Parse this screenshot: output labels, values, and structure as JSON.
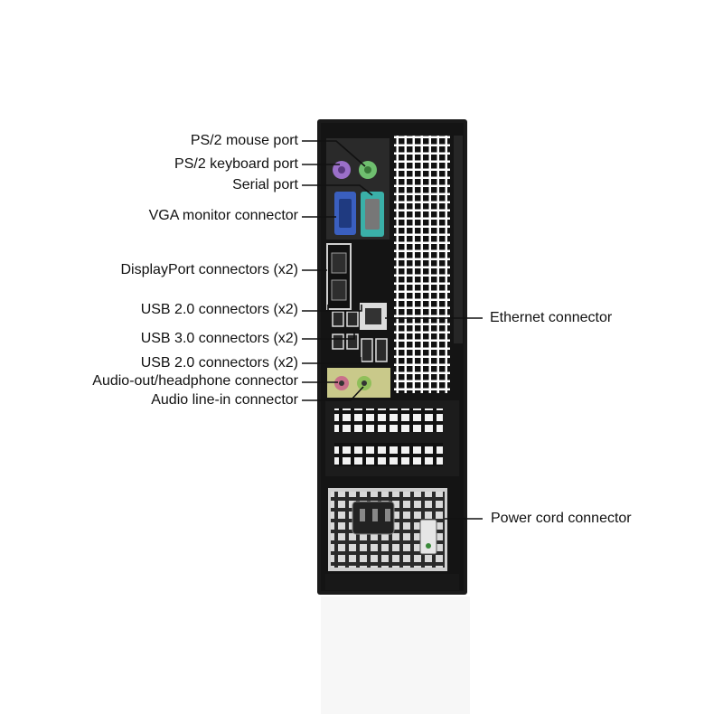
{
  "labels_left": [
    {
      "id": "ps2-mouse",
      "text": "PS/2 mouse port"
    },
    {
      "id": "ps2-keyboard",
      "text": "PS/2 keyboard port"
    },
    {
      "id": "serial",
      "text": "Serial port"
    },
    {
      "id": "vga",
      "text": "VGA monitor connector"
    },
    {
      "id": "displayport",
      "text": "DisplayPort connectors (x2)"
    },
    {
      "id": "usb2-top",
      "text": "USB 2.0 connectors (x2)"
    },
    {
      "id": "usb3",
      "text": "USB 3.0 connectors (x2)"
    },
    {
      "id": "usb2-bottom",
      "text": "USB 2.0 connectors (x2)"
    },
    {
      "id": "audio-out",
      "text": "Audio-out/headphone connector"
    },
    {
      "id": "audio-in",
      "text": "Audio line-in connector"
    }
  ],
  "labels_right": [
    {
      "id": "ethernet",
      "text": "Ethernet connector"
    },
    {
      "id": "power",
      "text": "Power cord connector"
    }
  ],
  "colors": {
    "case": "#1a1a1a",
    "panel": "#2b2b2b",
    "ps2_mouse": "#6fbf6f",
    "ps2_keyboard": "#9b6fc9",
    "vga": "#3a5fbf",
    "serial": "#3ab0a8",
    "audio_panel": "#c9c98a",
    "audio_out": "#c9708a",
    "audio_in": "#8fbf5a",
    "leader": "#111111"
  }
}
